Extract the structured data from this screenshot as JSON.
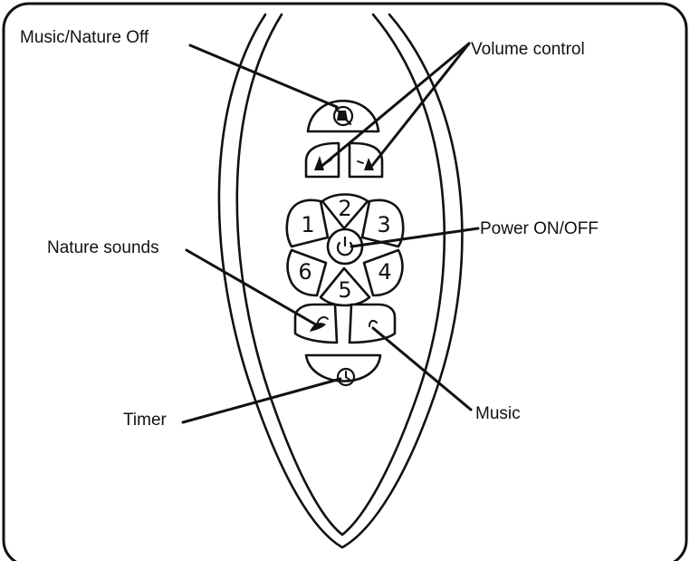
{
  "labels": {
    "music_nature_off": "Music/Nature Off",
    "volume_control": "Volume control",
    "power_on_off": "Power ON/OFF",
    "nature_sounds": "Nature sounds",
    "music": "Music",
    "timer": "Timer"
  },
  "keypad": {
    "digits": [
      "1",
      "2",
      "3",
      "4",
      "5",
      "6"
    ]
  },
  "icons": {
    "off": "bell-off-icon",
    "volume_down": "bell-low-icon",
    "volume_up": "bell-high-icon",
    "power": "power-icon",
    "nature": "bird-icon",
    "music": "music-note-icon",
    "timer": "clock-icon"
  },
  "colors": {
    "ink": "#111111",
    "background": "#ffffff"
  }
}
